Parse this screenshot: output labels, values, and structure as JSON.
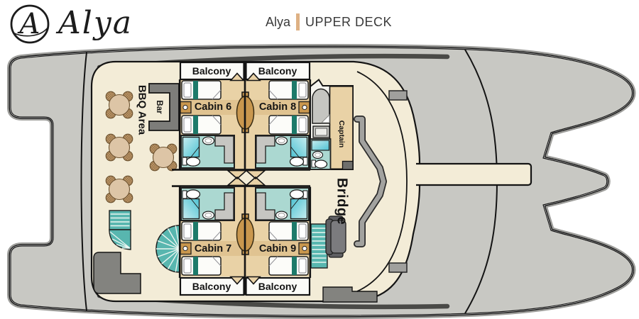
{
  "header": {
    "logo_monogram": "A",
    "logo_text": "Alya",
    "title_ship": "Alya",
    "title_deck": "UPPER DECK"
  },
  "deck": {
    "balconies": [
      "Balcony",
      "Balcony",
      "Balcony",
      "Balcony"
    ],
    "cabins": [
      {
        "label": "Cabin 6"
      },
      {
        "label": "Cabin 8"
      },
      {
        "label": "Cabin 7"
      },
      {
        "label": "Cabin 9"
      }
    ],
    "areas": {
      "bbq": "BBQ Area",
      "bar": "Bar",
      "captain": "Captain",
      "bridge": "Bridge"
    },
    "colors": {
      "accent_tan": "#deb184",
      "deck_cream": "#f3ecd7",
      "cabin_floor": "#e9d2a6",
      "bath_teal": "#abd8d1",
      "stair_teal": "#58b6af",
      "hull_gray": "#c8c8c3",
      "wood_brown": "#c9974e",
      "bed_teal": "#1d7a6a"
    }
  }
}
